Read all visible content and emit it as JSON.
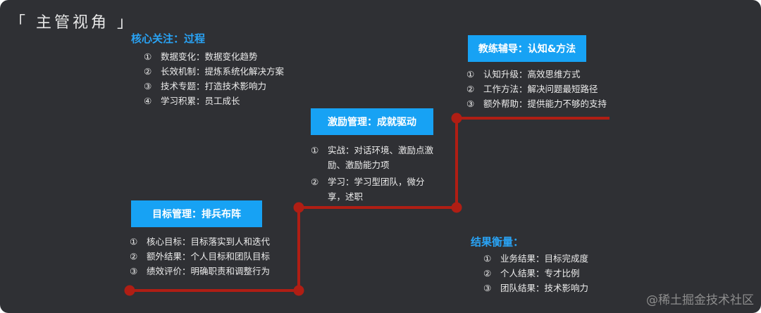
{
  "title": "「 主管视角 」",
  "sections": {
    "focus": {
      "heading": "核心关注：过程",
      "items": [
        {
          "num": "①",
          "text": "数据变化：数据变化趋势"
        },
        {
          "num": "②",
          "text": "长效机制：提炼系统化解决方案"
        },
        {
          "num": "③",
          "text": "技术专题：打造技术影响力"
        },
        {
          "num": "④",
          "text": "学习积累：员工成长"
        }
      ]
    },
    "goal": {
      "label": "目标管理：排兵布阵",
      "items": [
        {
          "num": "①",
          "text": "核心目标：目标落实到人和迭代"
        },
        {
          "num": "②",
          "text": "额外结果：个人目标和团队目标"
        },
        {
          "num": "③",
          "text": "绩效评价：明确职责和调整行为"
        }
      ]
    },
    "motivate": {
      "label": "激励管理：成就驱动",
      "items": [
        {
          "num": "①",
          "text": "实战：对话环境、激励点激励、激励能力项"
        },
        {
          "num": "②",
          "text": "学习：学习型团队，微分享，述职"
        }
      ]
    },
    "coach": {
      "label": "教练辅导：认知&方法",
      "items": [
        {
          "num": "①",
          "text": "认知升级：高效思维方式"
        },
        {
          "num": "②",
          "text": "工作方法：解决问题最短路径"
        },
        {
          "num": "③",
          "text": "额外帮助：提供能力不够的支持"
        }
      ]
    },
    "result": {
      "heading": "结果衡量：",
      "items": [
        {
          "num": "①",
          "text": "业务结果：目标完成度"
        },
        {
          "num": "②",
          "text": "个人结果：专才比例"
        },
        {
          "num": "③",
          "text": "团队结果：技术影响力"
        }
      ]
    }
  },
  "colors": {
    "background": "#2f3034",
    "accent": "#17a2f4",
    "heading": "#29a3f5",
    "line": "#b01e14"
  },
  "watermark": "@稀土掘金技术社区"
}
